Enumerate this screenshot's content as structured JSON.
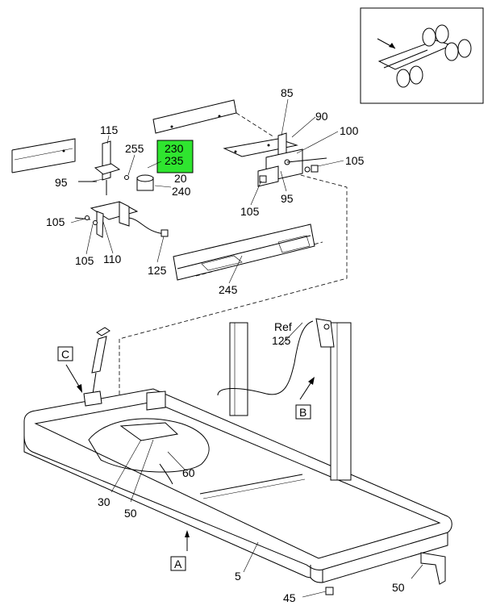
{
  "highlight_color": "#2fe52f",
  "labels": {
    "p115": "115",
    "p95a": "95",
    "p255": "255",
    "p230": "230",
    "p235": "235",
    "p20": "20",
    "p240": "240",
    "p105a": "105",
    "p105b": "105",
    "p110": "110",
    "p125": "125",
    "p85": "85",
    "p90": "90",
    "p100": "100",
    "p105c": "105",
    "p105d": "105",
    "p95b": "95",
    "p245": "245",
    "ref": "Ref",
    "ref125": "125",
    "callA": "A",
    "callB": "B",
    "callC": "C",
    "p60": "60",
    "p30": "30",
    "p50a": "50",
    "p5": "5",
    "p50b": "50",
    "p45": "45"
  }
}
